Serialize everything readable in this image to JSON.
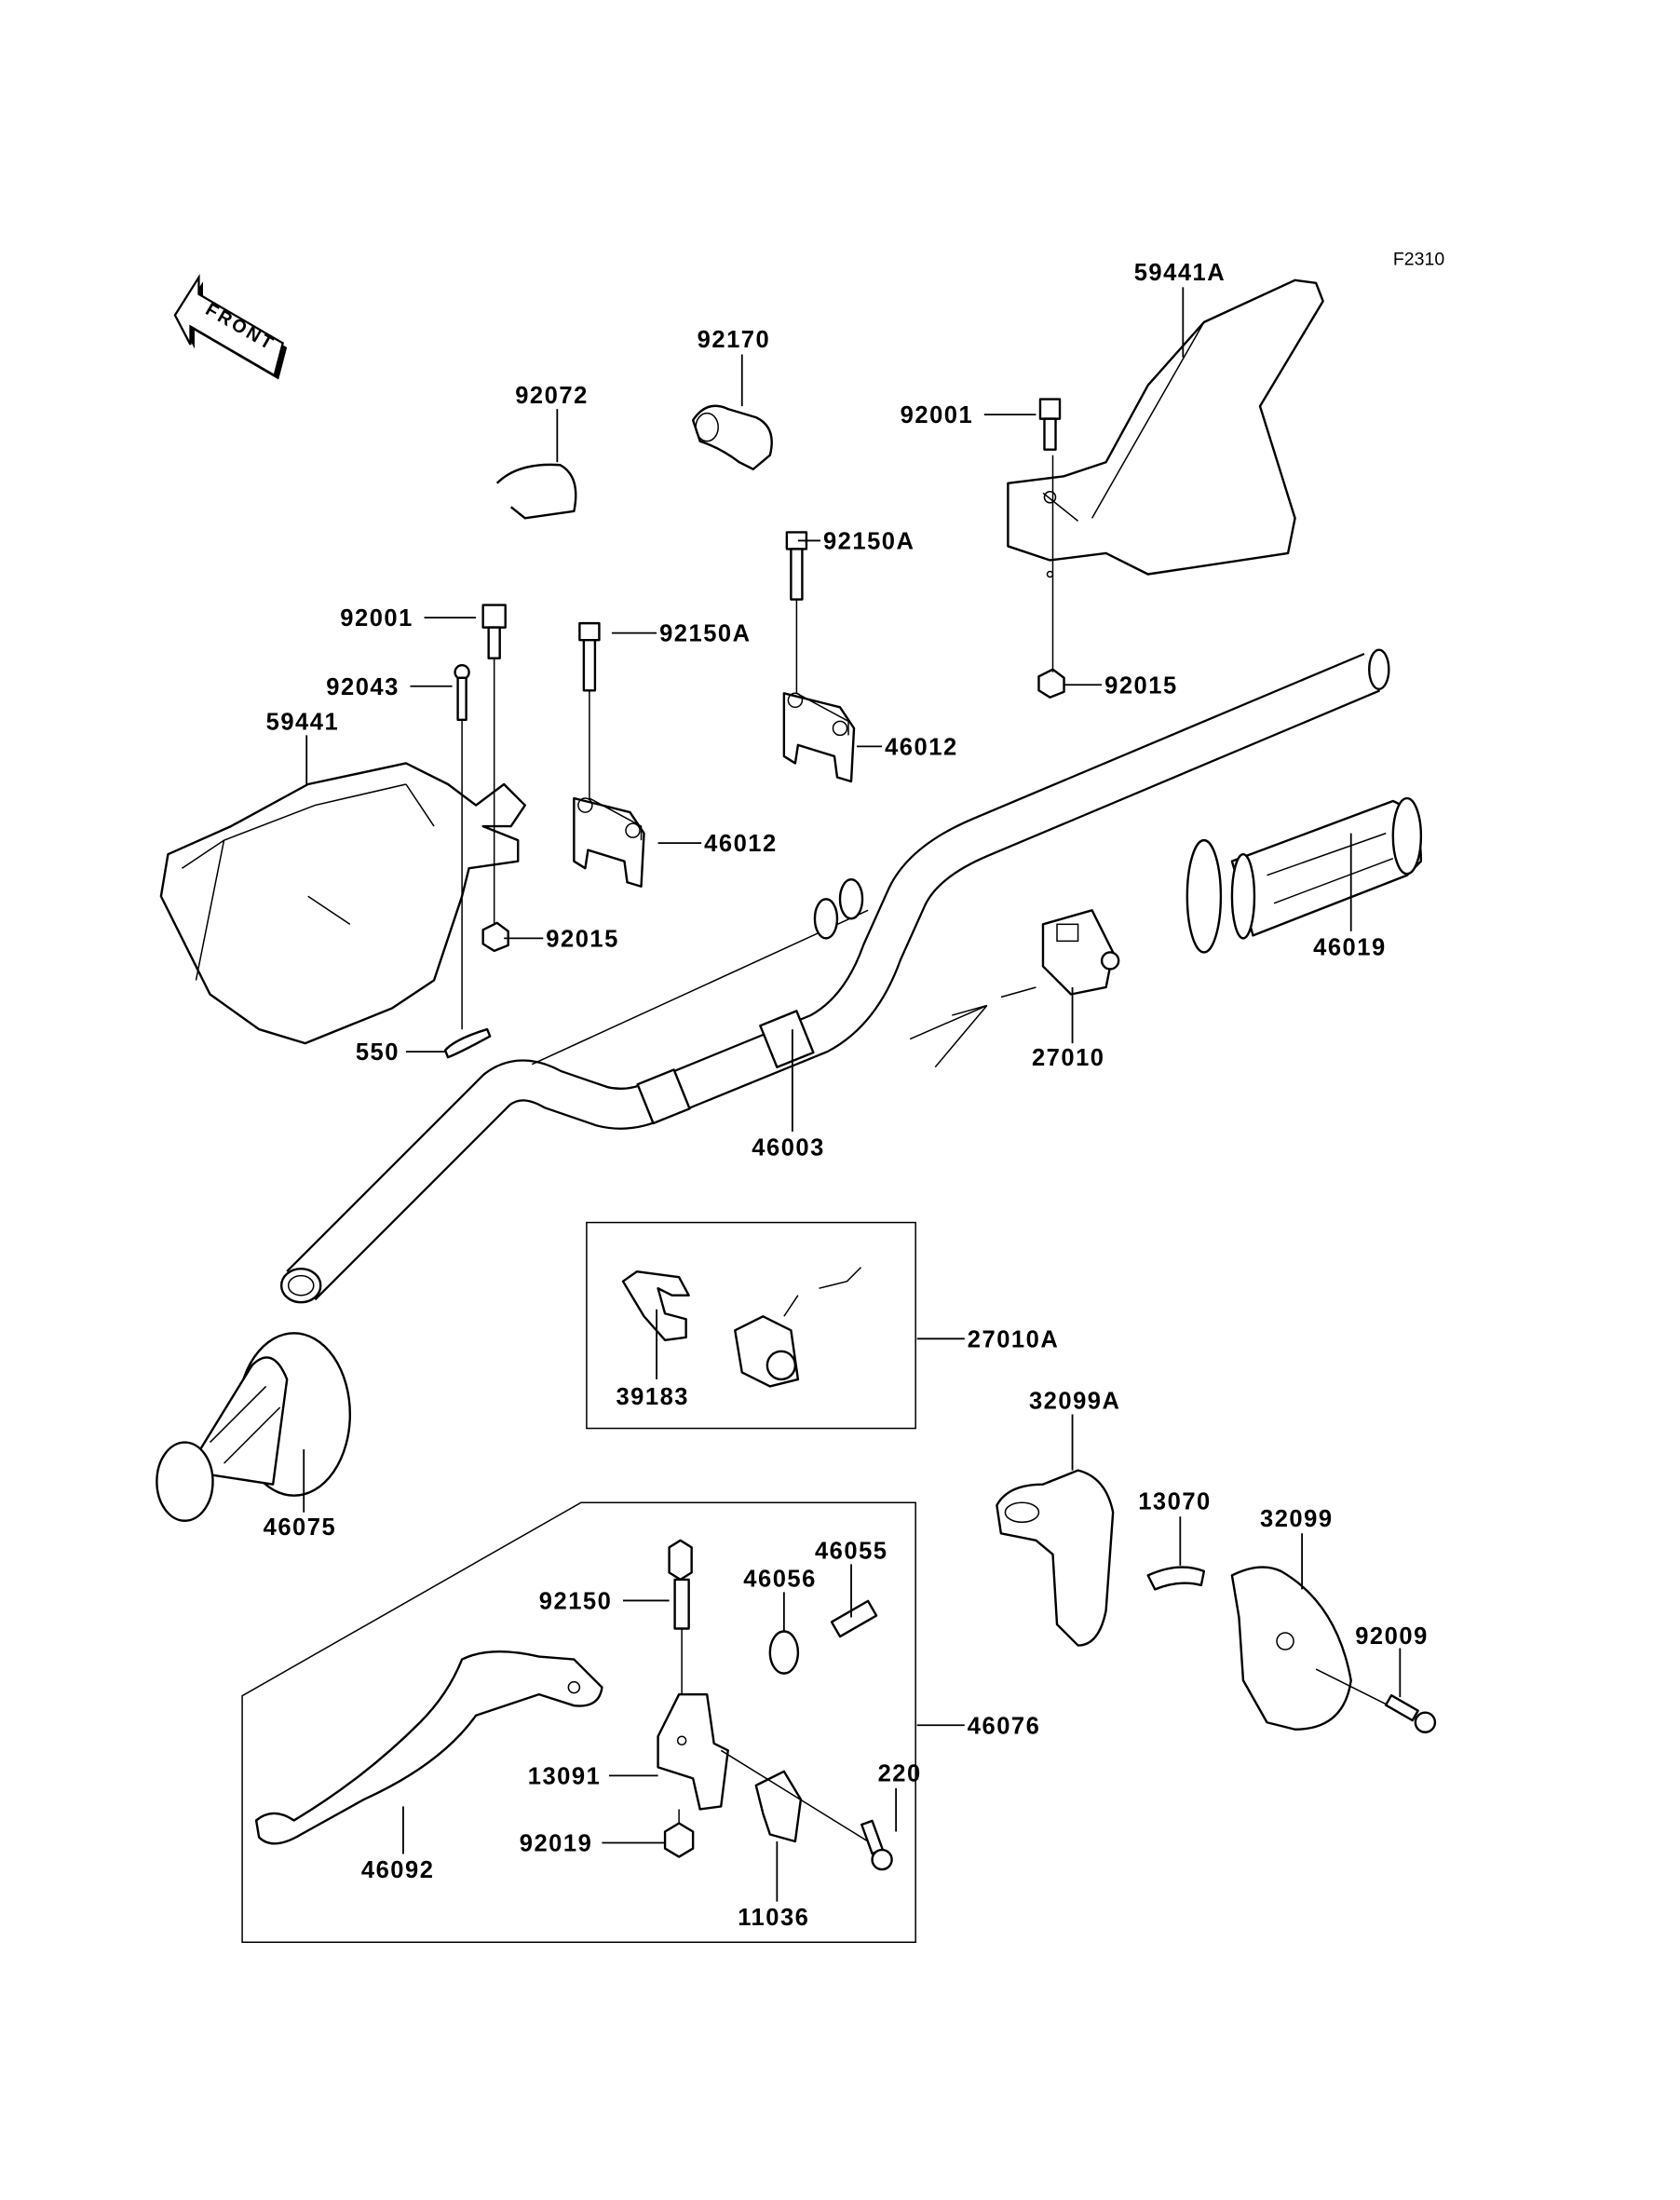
{
  "diagram_code": "F2310",
  "front_arrow": "FRONT",
  "labels": {
    "l59441A": "59441A",
    "l92170": "92170",
    "l92072": "92072",
    "l92001a": "92001",
    "l92150Aa": "92150A",
    "l92001b": "92001",
    "l92150Ab": "92150A",
    "l92043": "92043",
    "l59441": "59441",
    "l46012a": "46012",
    "l92015a": "92015",
    "l46012b": "46012",
    "l92015b": "92015",
    "l46019": "46019",
    "l550": "550",
    "l27010": "27010",
    "l46003": "46003",
    "l27010A": "27010A",
    "l39183": "39183",
    "l32099A": "32099A",
    "l46075": "46075",
    "l13070": "13070",
    "l32099": "32099",
    "l46055": "46055",
    "l46056": "46056",
    "l92150": "92150",
    "l92009": "92009",
    "l46076": "46076",
    "l220": "220",
    "l13091": "13091",
    "l92019": "92019",
    "l46092": "46092",
    "l11036": "11036"
  }
}
